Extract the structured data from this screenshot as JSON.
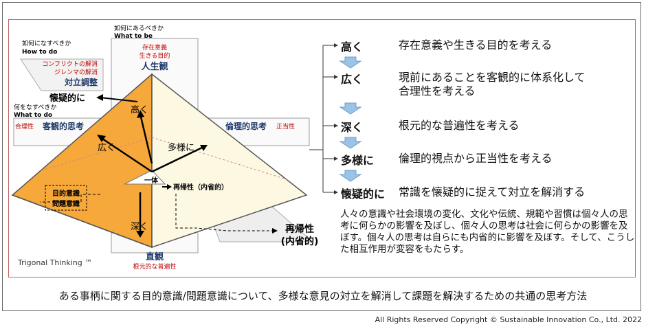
{
  "diagram": {
    "what_to_be": {
      "q": "如何にあるべきか",
      "en": "What to be"
    },
    "how_to_do": {
      "q": "如何になすべきか",
      "en": "How to do"
    },
    "what_to_do": {
      "q": "何をなすべきか",
      "en": "What to do"
    },
    "top_sub1": "存在意義",
    "top_sub2": "生きる目的",
    "top_title": "人生観",
    "conflict1": "コンフリクトの解消",
    "conflict2": "ジレンマの解消",
    "conflict_title": "対立調整",
    "doubt": "懐疑的に",
    "left_red": "合理性",
    "left_title": "客観的思考",
    "right_title": "倫理的思考",
    "right_red": "正当性",
    "high": "高く",
    "wide": "広く",
    "diverse": "多様に",
    "deep": "深く",
    "center": "一体",
    "reflex": "再帰性（内省的）",
    "purpose1": "目的意識",
    "purpose2": "問題意識",
    "bottom_title": "直観",
    "bottom_sub": "根元的な普遍性",
    "reflexive_big1": "再帰性",
    "reflexive_big2": "(内省的)",
    "trigonal": "Trigonal Thinking ™"
  },
  "rows": [
    {
      "head": "高く",
      "desc": "存在意義や生きる目的を考える"
    },
    {
      "head": "広く",
      "desc1": "現前にあることを客観的に体系化して",
      "desc2": "合理性を考える"
    },
    {
      "head": "深く",
      "desc": "根元的な普遍性を考える"
    },
    {
      "head": "多様に",
      "desc": "倫理的視点から正当性を考える"
    },
    {
      "head": "懐疑的に",
      "desc": "常識を懐疑的に捉えて対立を解消する"
    }
  ],
  "paragraph": "人々の意識や社会環境の変化、文化や伝統、規範や習慣は個々人の思考に何らかの影響を及ぼし、個々人の思考は社会に何らかの影響を及ぼす。個々人の思考は自らにも内省的に影響を及ぼす。そして、こうした相互作用が変容をもたらす。",
  "caption": "ある事柄に関する目的意識/問題意識について、多様な意見の対立を解消して課題を解決するための共通の思考方法",
  "copyright": "All Rights Reserved Copyright © Sustainable Innovation Co., Ltd.  2022",
  "colors": {
    "orange": "#f6a83a",
    "cream": "#fdf8e2",
    "red": "#c00000",
    "navy": "#1f3a6b",
    "arrow_blue": "#9cc3e6"
  }
}
